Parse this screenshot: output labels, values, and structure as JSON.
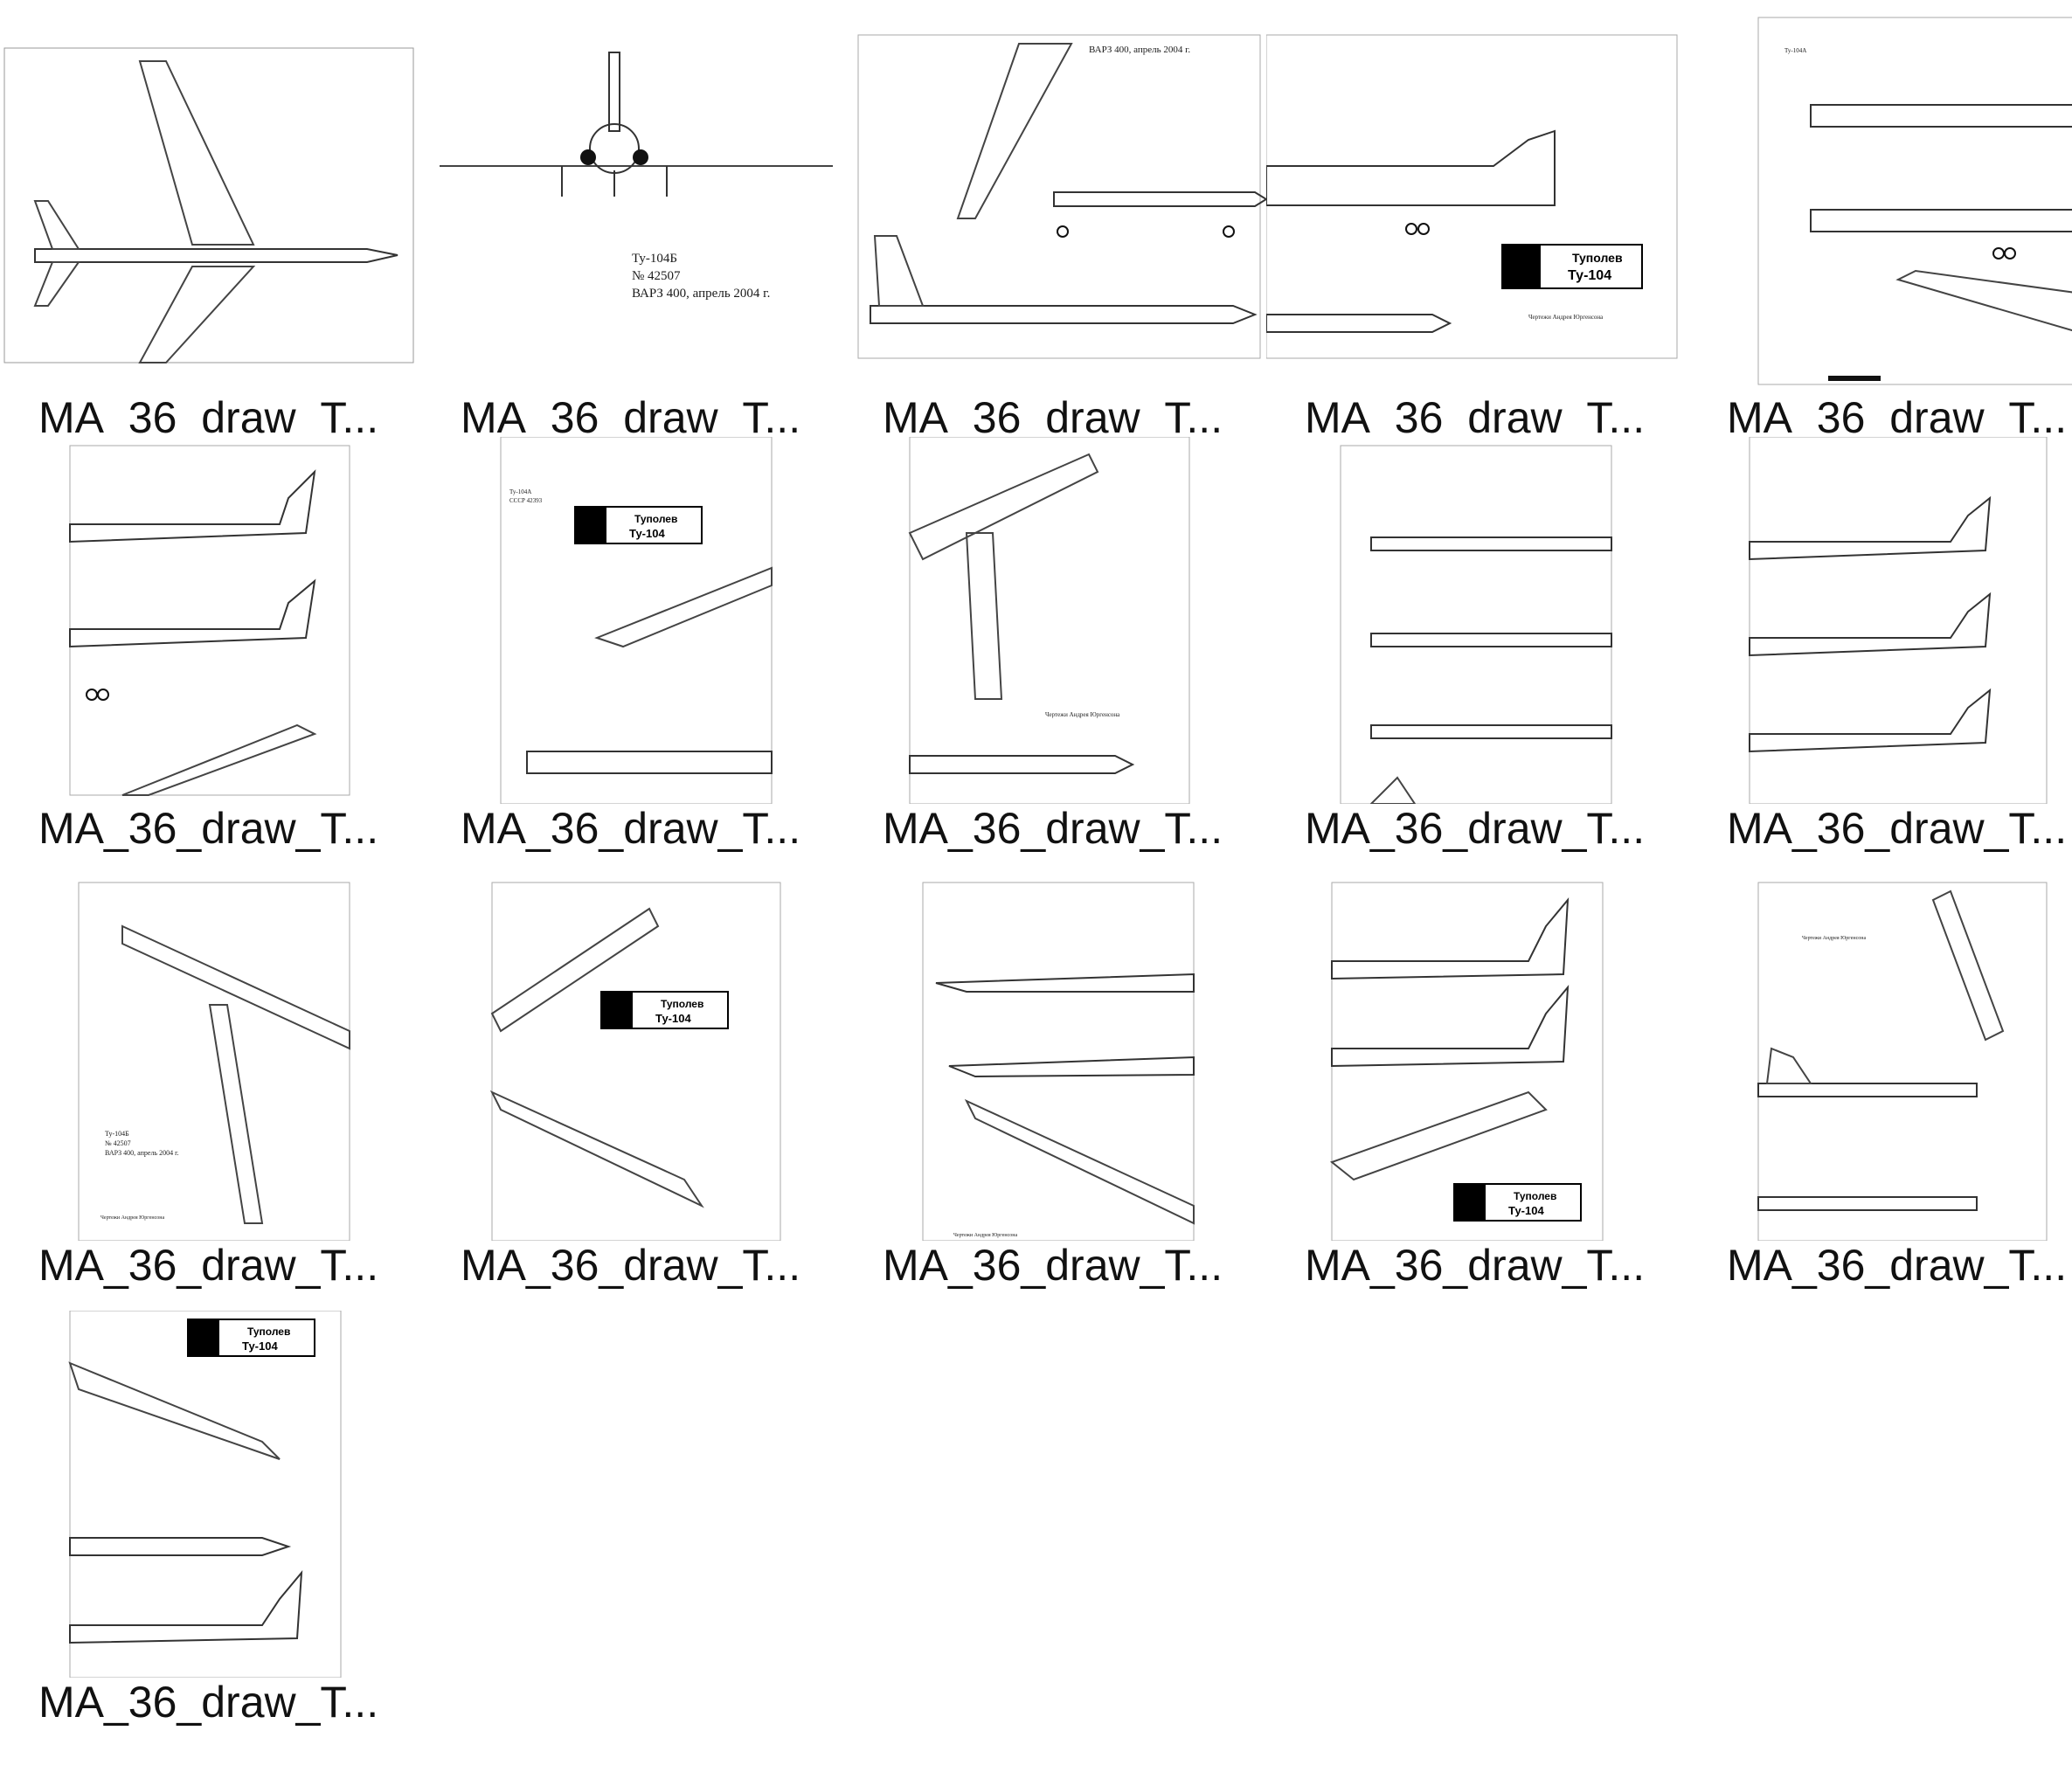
{
  "gallery": {
    "items": [
      {
        "name": "MA_36_draw_T..."
      },
      {
        "name": "MA_36_draw_T..."
      },
      {
        "name": "MA_36_draw_T..."
      },
      {
        "name": "MA_36_draw_T..."
      },
      {
        "name": "MA_36_draw_T..."
      },
      {
        "name": "MA_36_draw_T..."
      },
      {
        "name": "MA_36_draw_T..."
      },
      {
        "name": "MA_36_draw_T..."
      },
      {
        "name": "MA_36_draw_T..."
      },
      {
        "name": "MA_36_draw_T..."
      },
      {
        "name": "MA_36_draw_T..."
      },
      {
        "name": "MA_36_draw_T..."
      },
      {
        "name": "MA_36_draw_T..."
      },
      {
        "name": "MA_36_draw_T..."
      },
      {
        "name": "MA_36_draw_T..."
      },
      {
        "name": "MA_36_draw_T..."
      }
    ]
  },
  "drawing_text": {
    "model_b": "Ту-104Б",
    "reg_number": "№ 42507",
    "plant_date": "ВАРЗ 400, апрель 2004 г.",
    "model_a": "Ту-104А",
    "reg_a": "СССР 42393",
    "author": "Чертежи Андрея Юргенсона",
    "badge_line1": "Туполев",
    "badge_line2": "Ту-104"
  }
}
